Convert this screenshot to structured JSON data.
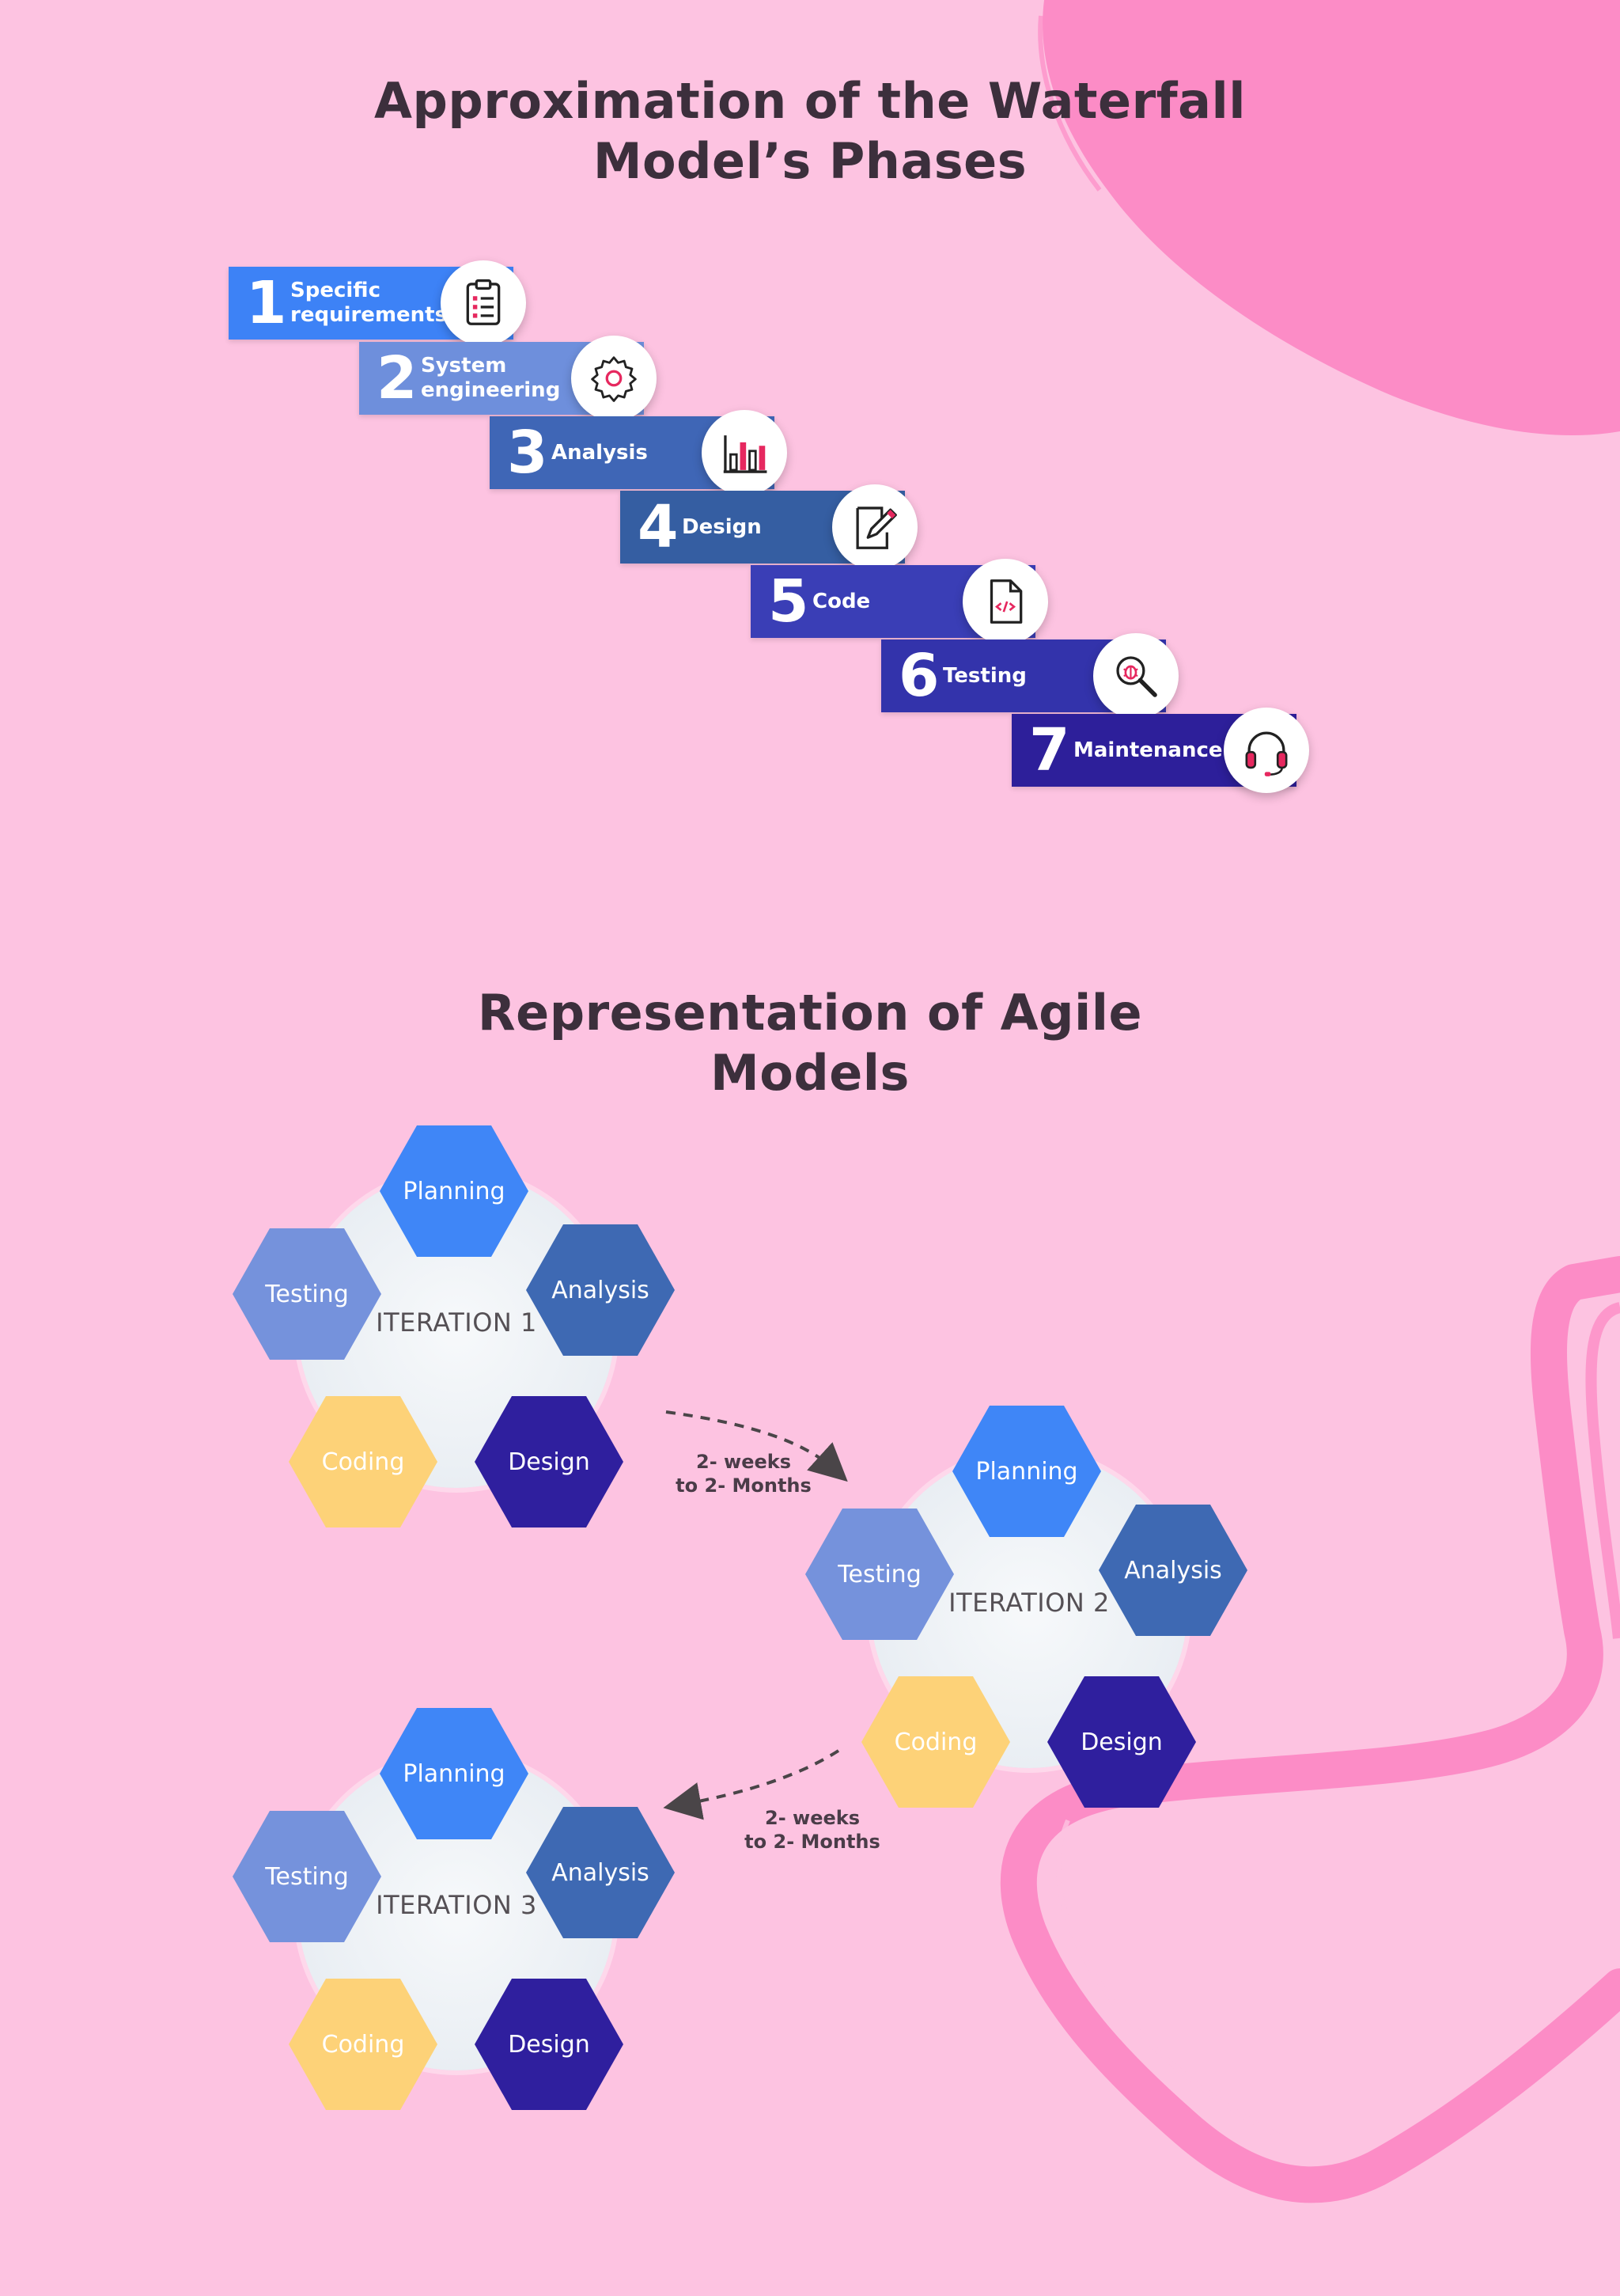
{
  "waterfall": {
    "title_line1": "Approximation of the Waterfall",
    "title_line2": "Model’s Phases",
    "steps": [
      {
        "num": "1",
        "line1": "Specific",
        "line2": "requirements",
        "icon": "clipboard-icon",
        "color": "#3d82f6"
      },
      {
        "num": "2",
        "line1": "System",
        "line2": "engineering",
        "icon": "gear-icon",
        "color": "#6e8fdc"
      },
      {
        "num": "3",
        "line1": "Analysis",
        "line2": "",
        "icon": "bar-chart-icon",
        "color": "#3f66b6"
      },
      {
        "num": "4",
        "line1": "Design",
        "line2": "",
        "icon": "edit-document-icon",
        "color": "#355ea2"
      },
      {
        "num": "5",
        "line1": "Code",
        "line2": "",
        "icon": "code-file-icon",
        "color": "#3a3eb6"
      },
      {
        "num": "6",
        "line1": "Testing",
        "line2": "",
        "icon": "bug-search-icon",
        "color": "#3333ab"
      },
      {
        "num": "7",
        "line1": "Maintenance",
        "line2": "",
        "icon": "headset-icon",
        "color": "#2d1f9a"
      }
    ]
  },
  "agile": {
    "title_line1": "Representation of Agile",
    "title_line2": "Models",
    "iterations": [
      {
        "label": "ITERATION 1",
        "planning": "Planning",
        "analysis": "Analysis",
        "design": "Design",
        "coding": "Coding",
        "testing": "Testing"
      },
      {
        "label": "ITERATION 2",
        "planning": "Planning",
        "analysis": "Analysis",
        "design": "Design",
        "coding": "Coding",
        "testing": "Testing"
      },
      {
        "label": "ITERATION 3",
        "planning": "Planning",
        "analysis": "Analysis",
        "design": "Design",
        "coding": "Coding",
        "testing": "Testing"
      }
    ],
    "arrows": [
      {
        "line1": "2- weeks",
        "line2": "to 2- Months"
      },
      {
        "line1": "2- weeks",
        "line2": "to 2- Months"
      }
    ],
    "colors": {
      "planning": "#3f86f7",
      "analysis": "#3e69b3",
      "design": "#2f1f9e",
      "coding": "#fdd278",
      "testing": "#7592dc"
    }
  },
  "colors": {
    "background": "#fdc3e1",
    "blob": "#fc8cc6",
    "accent_icon": "#e6285f"
  }
}
